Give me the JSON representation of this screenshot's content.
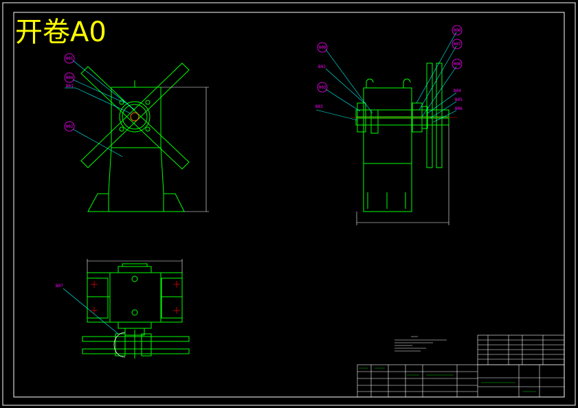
{
  "drawing": {
    "title": "开卷A0",
    "colors": {
      "background": "#000000",
      "frame": "#ffffff",
      "part_outline": "#00ff00",
      "dimension": "#ffffff",
      "leader": "#00ffff",
      "callout": "#ff00ff",
      "title": "#ffff00",
      "center_mark": "#ff0000"
    }
  },
  "front_view": {
    "balloons": [
      "001",
      "004",
      "002"
    ],
    "labels": [
      "B01"
    ]
  },
  "side_view": {
    "balloons_left": [
      "009",
      "003"
    ],
    "balloons_right": [
      "006",
      "007",
      "008"
    ],
    "labels_left": [
      "B02",
      "B03"
    ],
    "labels_right": [
      "B04",
      "B05",
      "B06"
    ]
  },
  "top_view": {
    "labels": [
      "B07"
    ]
  }
}
